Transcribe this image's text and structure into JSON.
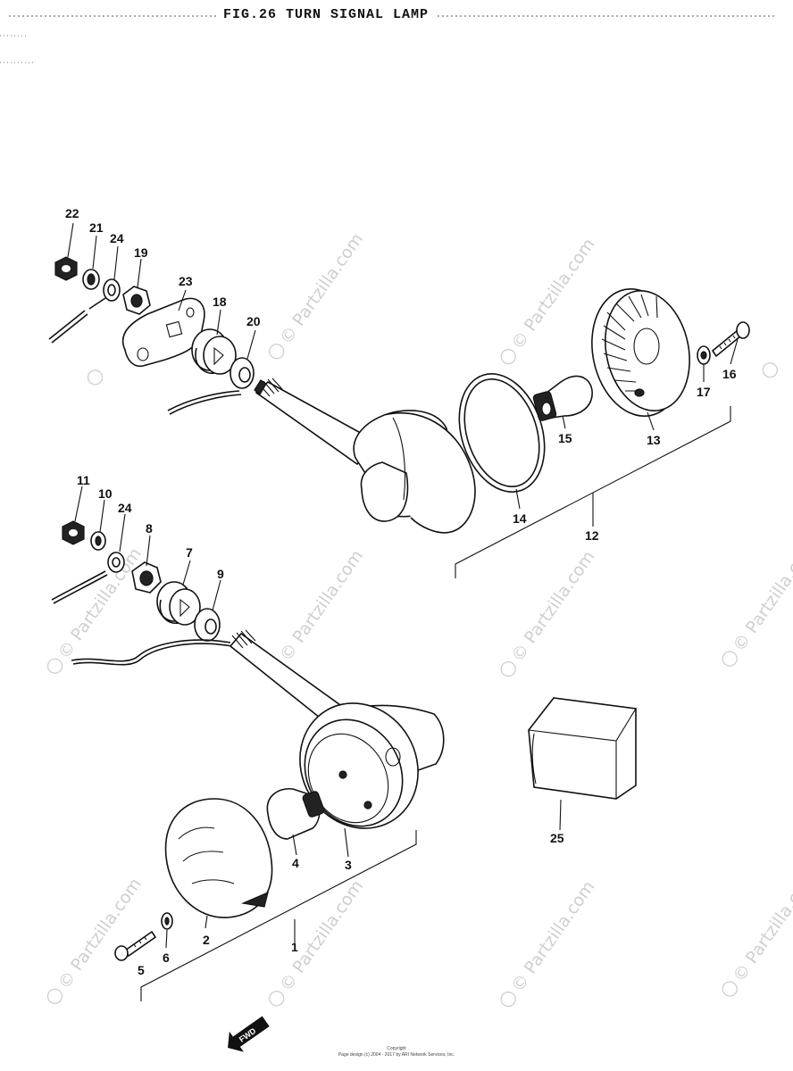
{
  "title": "FIG.26  TURN SIGNAL LAMP",
  "watermark": "© Partzilla.com",
  "forward_marker": "FWD",
  "copyright_line1": "Copyright",
  "copyright_line2": "Page design (c) 2004 - 2017 by ARI Network Services, Inc.",
  "callouts": {
    "p1": "1",
    "p2": "2",
    "p3": "3",
    "p4": "4",
    "p5": "5",
    "p6": "6",
    "p7": "7",
    "p8": "8",
    "p9": "9",
    "p10": "10",
    "p11": "11",
    "p12": "12",
    "p13": "13",
    "p14": "14",
    "p15": "15",
    "p16": "16",
    "p17": "17",
    "p18": "18",
    "p19": "19",
    "p20": "20",
    "p21": "21",
    "p22": "22",
    "p23": "23",
    "p24a": "24",
    "p24b": "24",
    "p25": "25"
  }
}
